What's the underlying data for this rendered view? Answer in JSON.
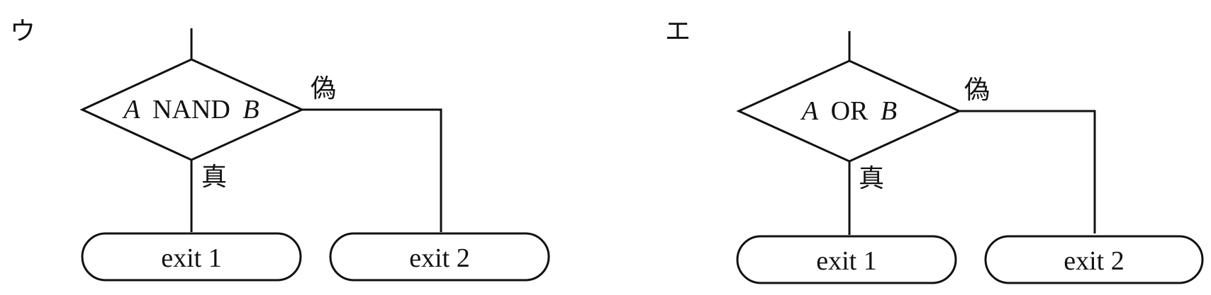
{
  "panels": [
    {
      "option_label": "ウ",
      "condition": {
        "var_a": "A",
        "operator": "NAND",
        "var_b": "B"
      },
      "false_label": "偽",
      "true_label": "真",
      "exit_true": "exit 1",
      "exit_false": "exit 2"
    },
    {
      "option_label": "エ",
      "condition": {
        "var_a": "A",
        "operator": "OR",
        "var_b": "B"
      },
      "false_label": "偽",
      "true_label": "真",
      "exit_true": "exit 1",
      "exit_false": "exit 2"
    }
  ],
  "colors": {
    "ink": "#111111",
    "background": "#ffffff"
  }
}
